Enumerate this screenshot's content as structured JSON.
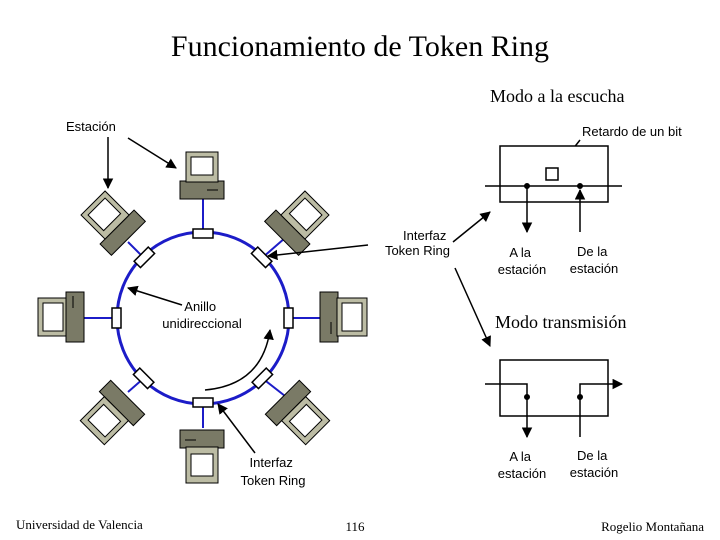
{
  "title": "Funcionamiento de Token Ring",
  "labels": {
    "estacion": "Estación",
    "interfaz_top": [
      "Interfaz",
      "Token Ring"
    ],
    "anillo": [
      "Anillo",
      "unidireccional"
    ],
    "interfaz_bottom": [
      "Interfaz",
      "Token Ring"
    ]
  },
  "listen_mode": {
    "title": "Modo a la escucha",
    "retardo": "Retardo de un bit",
    "a_la_estacion": [
      "A la",
      "estación"
    ],
    "de_la_estacion": [
      "De la",
      "estación"
    ]
  },
  "transmit_mode": {
    "title": "Modo transmisión",
    "a_la_estacion": [
      "A la",
      "estación"
    ],
    "de_la_estacion": [
      "De la",
      "estación"
    ]
  },
  "footer": {
    "left": "Universidad de Valencia",
    "center": "116",
    "right": "Rogelio Montañana"
  },
  "colors": {
    "ring": "#1c1cc8",
    "computer_body": "#bcbca4",
    "computer_dark": "#7a7a66",
    "ink": "#000000"
  }
}
